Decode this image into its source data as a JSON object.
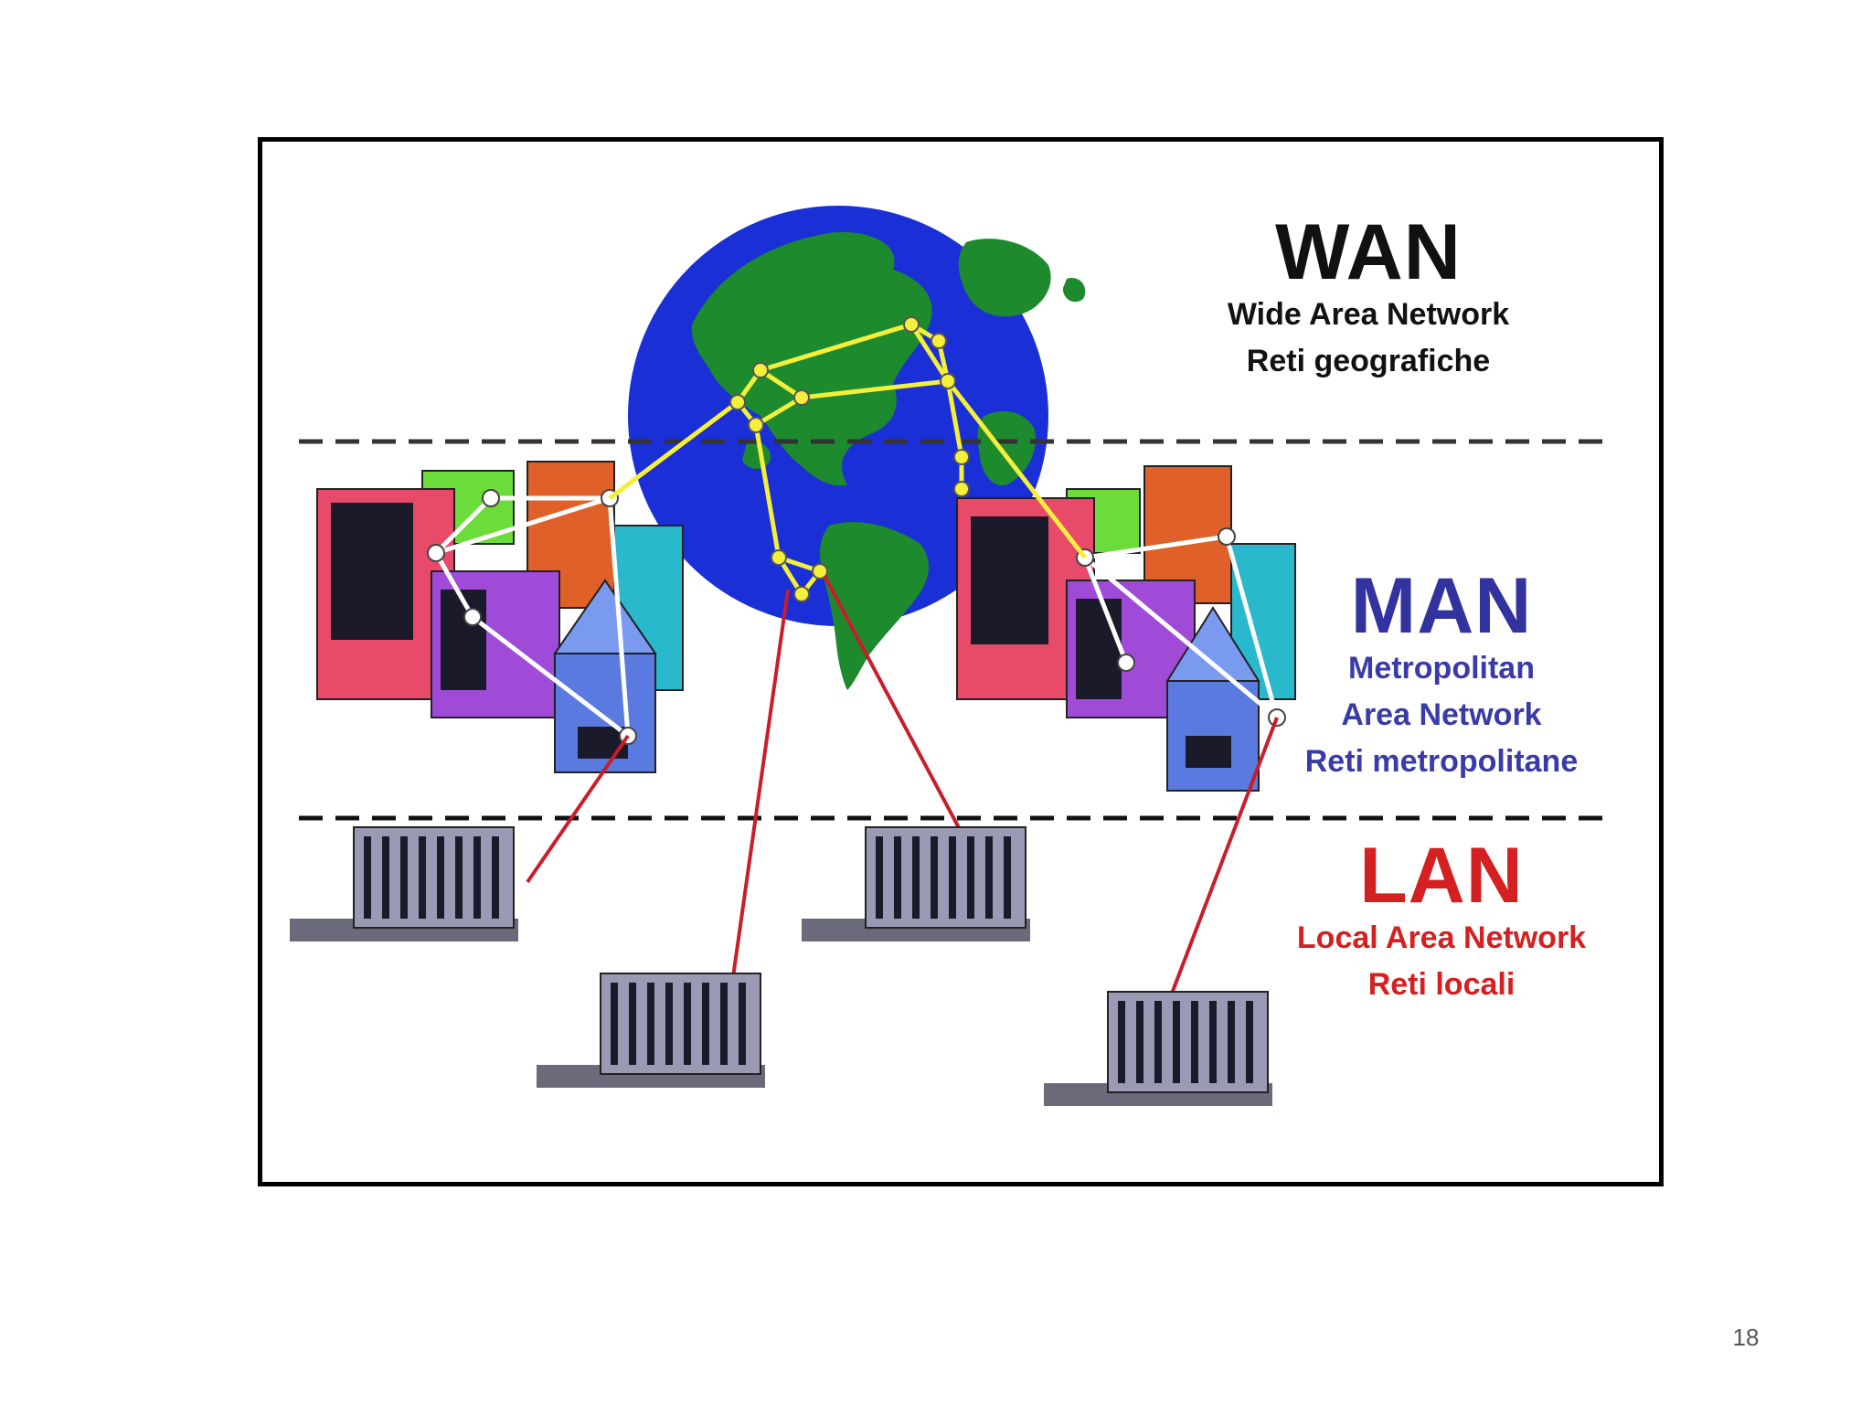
{
  "levels": {
    "wan": {
      "acronym": "WAN",
      "full_name": "Wide Area Network",
      "italian": "Reti geografiche",
      "color": "#111111"
    },
    "man": {
      "acronym": "MAN",
      "full_name_line1": "Metropolitan",
      "full_name_line2": "Area Network",
      "italian": "Reti metropolitane",
      "color": "#3333a0"
    },
    "lan": {
      "acronym": "LAN",
      "full_name": "Local Area Network",
      "italian": "Reti locali",
      "color": "#d42020"
    }
  },
  "colors": {
    "ocean": "#1b2fd6",
    "land": "#1e8a2e",
    "wan_links": "#f3ef3a",
    "man_links": "#ffffff",
    "lan_links": "#c81e2a",
    "lan_buildings": "#9a9ab4"
  },
  "icons": [
    "globe-icon",
    "city-buildings-icon",
    "office-building-icon"
  ],
  "slide": {
    "page_number": "18"
  }
}
